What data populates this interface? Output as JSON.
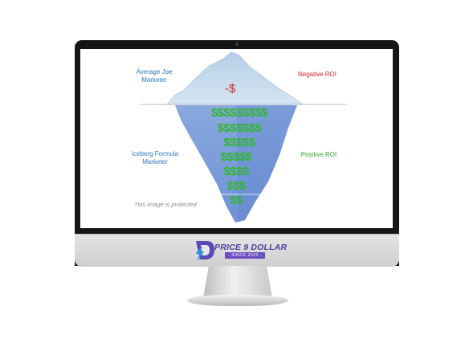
{
  "screen": {
    "top_left_label": "Average Joe\nMarketer",
    "top_right_label": "Negative ROI",
    "tip_label": "-$",
    "bottom_left_label": "Iceberg Formula\nMarketer",
    "bottom_right_label": "Positive ROI",
    "money_rows": [
      "$$$$$$$$$",
      "$$$$$$$",
      "$$$$$",
      "$$$$$",
      "$$$$",
      "$$$",
      "$$"
    ],
    "watermark": "This image is protected"
  },
  "logo": {
    "title": "PRICE 9 DOLLAR",
    "subtitle": "- SINCE 2020 -"
  },
  "colors": {
    "iceberg_top": "#c6dcee",
    "iceberg_bottom": "#7e9ed9",
    "money": "#34b534",
    "negative": "#d4272f",
    "positive": "#2aa82a",
    "label_blue": "#2f78c4"
  }
}
